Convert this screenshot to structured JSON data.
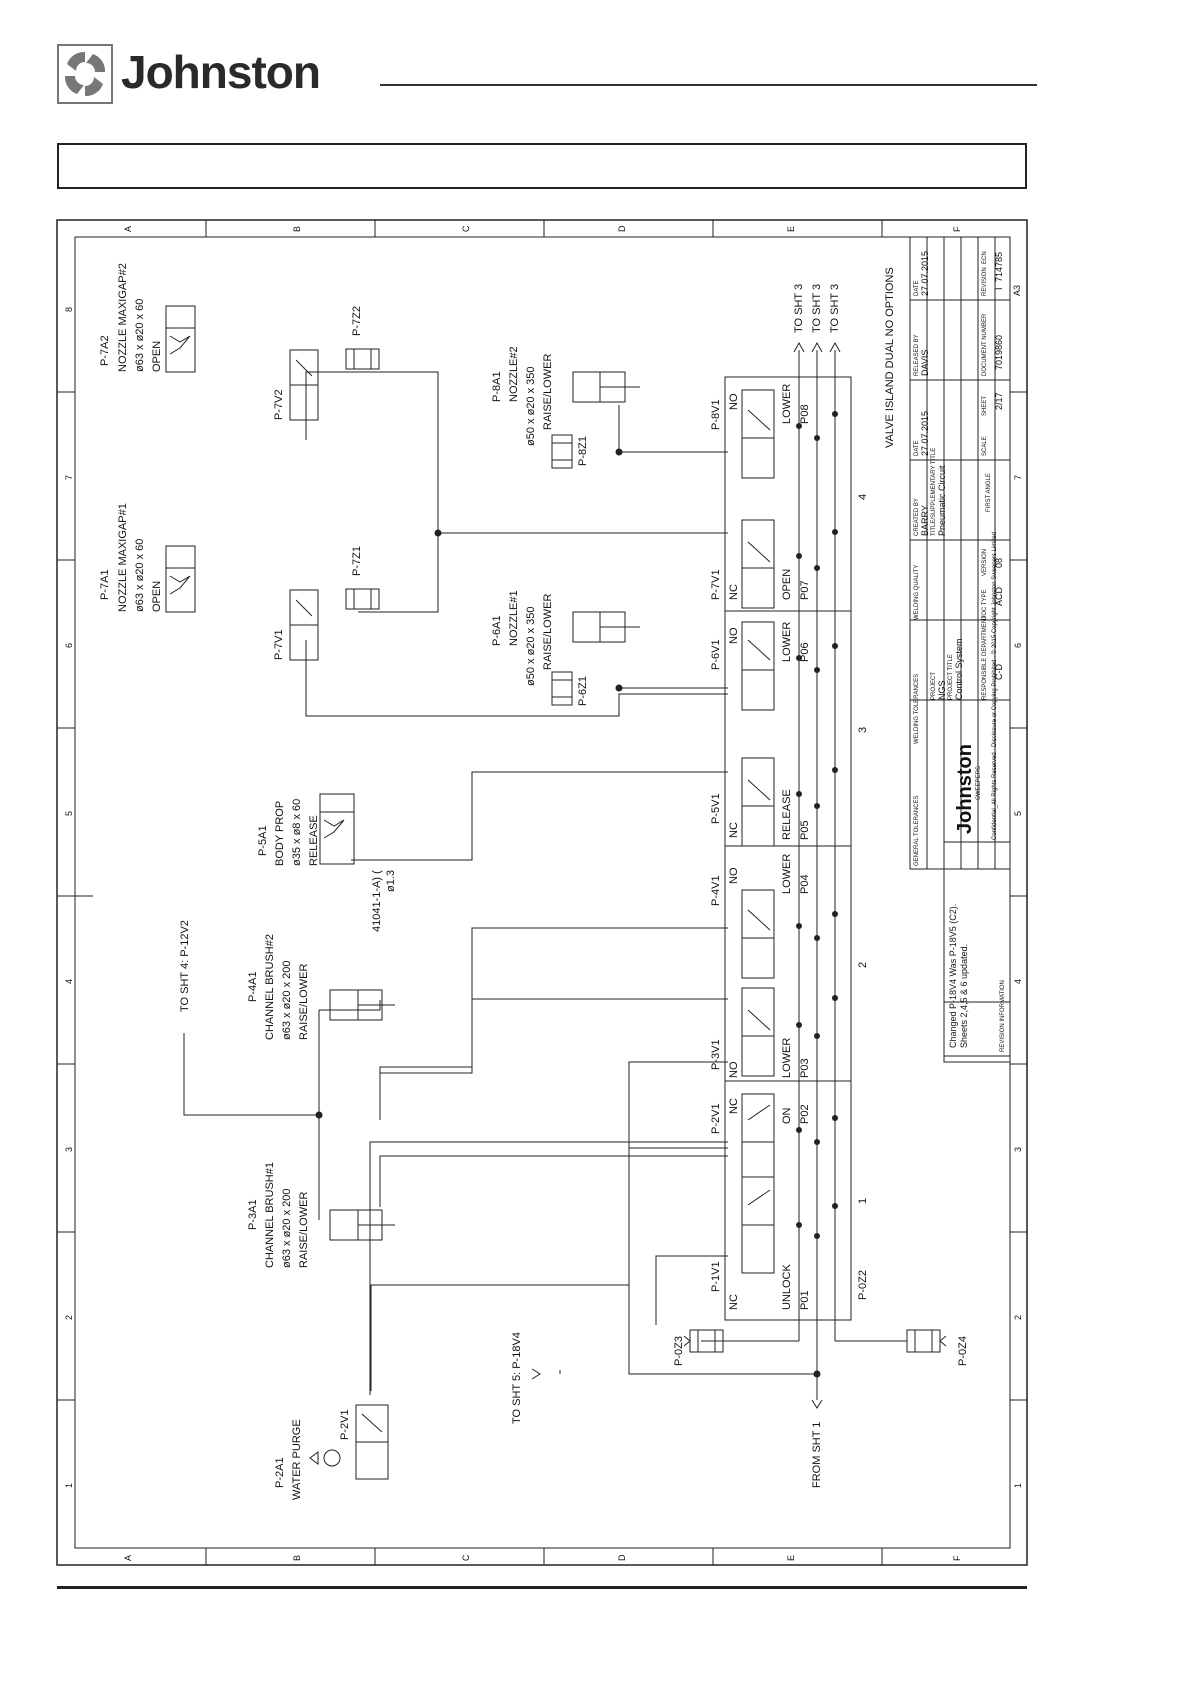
{
  "brand": {
    "name": "Johnston"
  },
  "grid": {
    "letters": [
      "A",
      "B",
      "C",
      "D",
      "E",
      "F"
    ],
    "numbers": [
      "1",
      "2",
      "3",
      "4",
      "5",
      "6",
      "7",
      "8"
    ]
  },
  "circuit": {
    "title": "VALVE ISLAND DUAL NO OPTIONS",
    "to_sht3": "TO SHT 3",
    "from_sht1": "FROM SHT 1",
    "to_sht4": "TO SHT 4: P-12V2",
    "to_sht5": "TO SHT 5: P-18V4",
    "orifice": "41041-1-A) (",
    "orifice_size": "ø1.3",
    "sections": [
      "1",
      "2",
      "3",
      "4"
    ],
    "island_label": "P-0Z2"
  },
  "valves": [
    {
      "id": "P-1V1",
      "type": "NC",
      "func": "UNLOCK",
      "port": "P01"
    },
    {
      "id": "P-2V1",
      "type": "NC",
      "func": "ON",
      "port": "P02"
    },
    {
      "id": "P-3V1",
      "type": "NO",
      "func": "LOWER",
      "port": "P03"
    },
    {
      "id": "P-4V1",
      "type": "NO",
      "func": "LOWER",
      "port": "P04"
    },
    {
      "id": "P-5V1",
      "type": "NC",
      "func": "RELEASE",
      "port": "P05"
    },
    {
      "id": "P-6V1",
      "type": "NO",
      "func": "LOWER",
      "port": "P06"
    },
    {
      "id": "P-7V1",
      "type": "NC",
      "func": "OPEN",
      "port": "P07"
    },
    {
      "id": "P-8V1",
      "type": "NO",
      "func": "LOWER",
      "port": "P08"
    }
  ],
  "cylinders": {
    "p7a2": [
      "P-7A2",
      "NOZZLE MAXIGAP#2",
      "ø63 x ø20 x 60",
      "OPEN"
    ],
    "p7a1": [
      "P-7A1",
      "NOZZLE MAXIGAP#1",
      "ø63 x ø20 x 60",
      "OPEN"
    ],
    "p8a1": [
      "P-8A1",
      "NOZZLE#2",
      "ø50 x ø20 x 350",
      "RAISE/LOWER"
    ],
    "p6a1": [
      "P-6A1",
      "NOZZLE#1",
      "ø50 x ø20 x 350",
      "RAISE/LOWER"
    ],
    "p5a1": [
      "P-5A1",
      "BODY PROP",
      "ø35 x ø8 x 60",
      "RELEASE"
    ],
    "p4a1": [
      "P-4A1",
      "CHANNEL BRUSH#2",
      "ø63 x ø20 x 200",
      "RAISE/LOWER"
    ],
    "p3a1": [
      "P-3A1",
      "CHANNEL BRUSH#1",
      "ø63 x ø20 x 200",
      "RAISE/LOWER"
    ],
    "p2a1": [
      "P-2A1",
      "WATER PURGE"
    ]
  },
  "aux_valves": {
    "p7v2": "P-7V2",
    "p7v1": "P-7V1",
    "p2v1": "P-2V1"
  },
  "silencers": {
    "p7z2": "P-7Z2",
    "p7z1": "P-7Z1",
    "p8z1": "P-8Z1",
    "p6z1": "P-6Z1",
    "p0z3": "P-0Z3",
    "p0z4": "P-0Z4"
  },
  "title_block": {
    "brand": "Johnston",
    "brand_sub": "SWEEPERS",
    "copyright": "Confidential_All Rights Reserved · Disclosure or Copying Prohibited · © 2015 Copyright Johnston Sweepers Limited",
    "general_tolerances_label": "GENERAL TOLERANCES",
    "welding_tolerances_label": "WELDING TOLERANCES",
    "welding_quality_label": "WELDING QUALITY",
    "project_label": "PROJECT",
    "project": "NGS",
    "project_title_label": "PROJECT TITLE",
    "project_title": "Control System",
    "resp_dept_label": "RESPONSIBLE DEPARTMENT",
    "resp_dept": "C-D",
    "doc_type_label": "DOC TYPE",
    "doc_type": "ACD",
    "version_label": "VERSION",
    "version": "08",
    "created_by_label": "CREATED BY",
    "created_by": "BARRY",
    "date_label": "DATE",
    "created_date": "27.07.2015",
    "released_by_label": "RELEASED BY",
    "released_by": "DAVIS",
    "release_date": "27.07.2015",
    "supp_title_label": "TITLE/SUPPLEMENTARY TITLE",
    "supp_title": "Pneumatic Circuit",
    "scale_label": "SCALE",
    "sheet_label": "SHEET",
    "sheet": "2/17",
    "doc_number_label": "DOCUMENT NUMBER",
    "doc_number": "7019860",
    "revision_label": "REVISION",
    "revision": "I",
    "ecn_label": "ECN",
    "ecn": "714785",
    "size": "A3",
    "projection": "FIRST ANGLE",
    "revision_info_label": "REVISION INFORMATION",
    "revision_note_1": "Changed P-18V4 Was P-18V5 (C2).",
    "revision_note_2": "Sheets 2,4,5 & 6 updated."
  }
}
